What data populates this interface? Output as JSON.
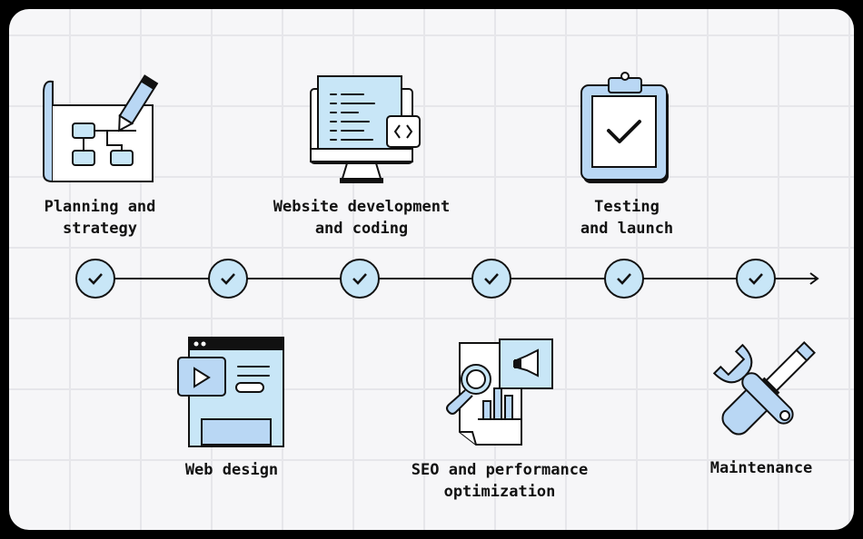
{
  "steps": {
    "planning": {
      "label": "Planning and\nstrategy",
      "icon": "blueprint-pencil-icon"
    },
    "web_design": {
      "label": "Web design",
      "icon": "web-layout-icon"
    },
    "development": {
      "label": "Website development\nand coding",
      "icon": "monitor-code-icon"
    },
    "seo": {
      "label": "SEO and performance\noptimization",
      "icon": "seo-report-megaphone-icon"
    },
    "testing": {
      "label": "Testing\nand launch",
      "icon": "clipboard-check-icon"
    },
    "maintenance": {
      "label": "Maintenance",
      "icon": "wrench-screwdriver-icon"
    }
  },
  "timeline": {
    "icon_check": "check-icon",
    "icon_arrow": "arrow-right-icon"
  },
  "colors": {
    "accent_fill": "#c8e6f7",
    "ink": "#111111",
    "light_blue": "#b9d7f4",
    "background": "#f6f6f8"
  }
}
